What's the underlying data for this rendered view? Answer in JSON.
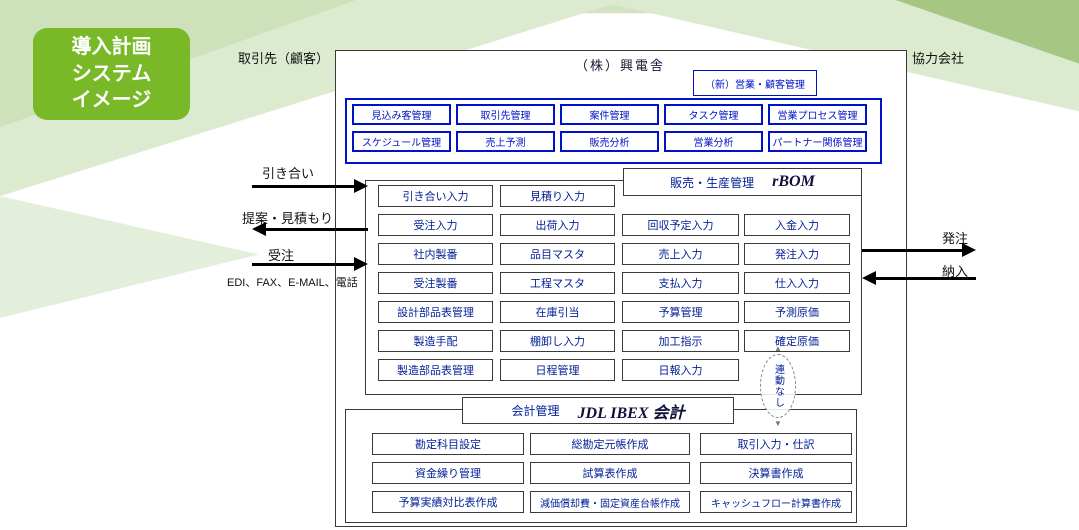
{
  "colors": {
    "accent_blue": "#0011cc",
    "navy_text": "#001e96",
    "badge_green": "#79b928",
    "bg_green_dark": "#a6c784"
  },
  "badge": {
    "line1": "導入計画",
    "line2": "システム",
    "line3": "イメージ"
  },
  "outer_labels": {
    "customer": "取引先（顧客）",
    "partner": "協力会社"
  },
  "company_title": "（株）興電舎",
  "crm": {
    "title": "（新）営業・顧客管理",
    "row1": [
      "見込み客管理",
      "取引先管理",
      "案件管理",
      "タスク管理",
      "営業プロセス管理"
    ],
    "row2": [
      "スケジュール管理",
      "売上予測",
      "販売分析",
      "営業分析",
      "パートナー関係管理"
    ]
  },
  "flows": {
    "inquiry": "引き合い",
    "proposal": "提案・見積もり",
    "order": "受注",
    "channels": "EDI、FAX、E-MAIL、電話",
    "purchase_order": "発注",
    "delivery": "納入"
  },
  "rbom": {
    "title_prefix": "販売・生産管理",
    "title_brand": "rBOM",
    "col1": [
      "引き合い入力",
      "受注入力",
      "社内製番",
      "受注製番",
      "設計部品表管理",
      "製造手配",
      "製造部品表管理"
    ],
    "col2": [
      "見積り入力",
      "出荷入力",
      "品目マスタ",
      "工程マスタ",
      "在庫引当",
      "棚卸し入力",
      "日程管理"
    ],
    "col3": [
      "回収予定入力",
      "売上入力",
      "支払入力",
      "予算管理",
      "加工指示",
      "日報入力"
    ],
    "col4": [
      "入金入力",
      "発注入力",
      "仕入入力",
      "予測原価",
      "確定原価"
    ]
  },
  "link_note": "連動なし",
  "accounting": {
    "title_prefix": "会計管理",
    "title_brand": "JDL IBEX 会計",
    "col1": [
      "勘定科目設定",
      "資金繰り管理",
      "予算実績対比表作成"
    ],
    "col2": [
      "総勘定元帳作成",
      "試算表作成",
      "減価償却費・固定資産台帳作成"
    ],
    "col3": [
      "取引入力・仕訳",
      "決算書作成",
      "キャッシュフロー計算書作成"
    ]
  }
}
